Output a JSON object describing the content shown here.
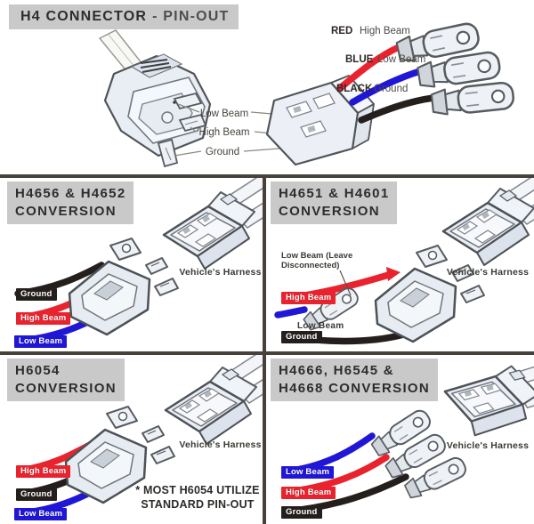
{
  "header": {
    "title_primary": "H4 CONNECTOR",
    "title_secondary": "- PIN-OUT"
  },
  "pinout": {
    "pin_labels": [
      "Low Beam",
      "High Beam",
      "Ground"
    ],
    "wires": [
      {
        "color_name": "RED",
        "function": "High Beam"
      },
      {
        "color_name": "BLUE",
        "function": "Low Beam"
      },
      {
        "color_name": "BLACK",
        "function": "Ground"
      }
    ]
  },
  "panels": [
    {
      "title_line1": "H4656 & H4652",
      "title_line2": "CONVERSION",
      "harness_label": "Vehicle's Harness",
      "chips": [
        "Ground",
        "High Beam",
        "Low Beam"
      ]
    },
    {
      "title_line1": "H4651 & H4601",
      "title_line2": "CONVERSION",
      "harness_label": "Vehicle's Harness",
      "note_line1": "Low Beam (Leave",
      "note_line2": "Disconnected)",
      "stub_label": "Low Beam",
      "chips": [
        "High Beam",
        "Ground"
      ]
    },
    {
      "title_line1": "H6054",
      "title_line2": "CONVERSION",
      "harness_label": "Vehicle's Harness",
      "chips": [
        "High Beam",
        "Ground",
        "Low Beam"
      ],
      "footnote_line1": "* MOST H6054 UTILIZE",
      "footnote_line2": "STANDARD PIN-OUT"
    },
    {
      "title_line1": "H4666, H6545 &",
      "title_line2": "H4668 CONVERSION",
      "harness_label": "Vehicle's Harness",
      "chips": [
        "Low Beam",
        "High Beam",
        "Ground"
      ]
    }
  ],
  "colors": {
    "wire_red": "#e8232e",
    "wire_blue": "#2016d6",
    "wire_black": "#241f1c",
    "panel_header_bg": "#c9c9c9",
    "divider": "#46423b"
  }
}
